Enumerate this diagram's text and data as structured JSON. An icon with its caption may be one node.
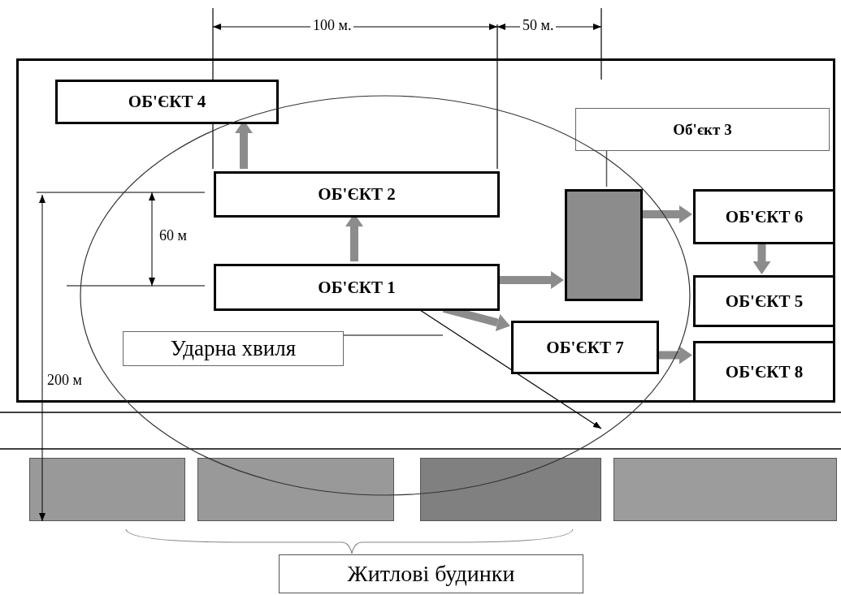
{
  "diagram": {
    "nodes": [
      {
        "text": [],
        "shape": "box"
      },
      {
        "text": [
          "ОБ'ЄКТ 4"
        ],
        "in": 0
      },
      {
        "text": [
          "Об'єкт 3"
        ],
        "in": 0
      },
      {
        "text": [
          "ОБ'ЄКТ 2"
        ],
        "in": 0
      },
      {
        "text": [],
        "shape": "box",
        "in": 0
      },
      {
        "text": [
          "ОБ'ЄКТ 6"
        ],
        "in": 0
      },
      {
        "text": [
          "ОБ'ЄКТ 1"
        ],
        "in": 0
      },
      {
        "text": [
          "ОБ'ЄКТ 5"
        ],
        "in": 0
      },
      {
        "text": [
          "Ударна хвиля"
        ],
        "in": 0
      },
      {
        "text": [
          "ОБ'ЄКТ 7"
        ],
        "in": 0
      },
      {
        "text": [
          "ОБ'ЄКТ 8"
        ],
        "in": 0
      },
      {
        "text": [],
        "shape": "box"
      },
      {
        "text": [],
        "shape": "box"
      },
      {
        "text": [],
        "shape": "box"
      },
      {
        "text": [],
        "shape": "box"
      },
      {
        "text": [
          "Житлові будинки"
        ]
      }
    ],
    "edges": [
      {
        "from": 3,
        "to": 1,
        "arrow": "to"
      },
      {
        "from": 6,
        "to": 3,
        "arrow": "to"
      },
      {
        "from": 6,
        "to": 4,
        "arrow": "to"
      },
      {
        "from": 4,
        "to": 5,
        "arrow": "to"
      },
      {
        "from": 5,
        "to": 7,
        "arrow": "to"
      },
      {
        "from": 6,
        "to": 9,
        "arrow": "to"
      },
      {
        "from": 9,
        "to": 10,
        "arrow": "to"
      },
      {
        "from": 2,
        "to": 4,
        "arrow": "none"
      },
      {
        "from": 8,
        "to": null,
        "arrow": "none"
      }
    ],
    "labels": [
      "100 м.",
      "50 м.",
      "60 м",
      "200 м"
    ]
  }
}
